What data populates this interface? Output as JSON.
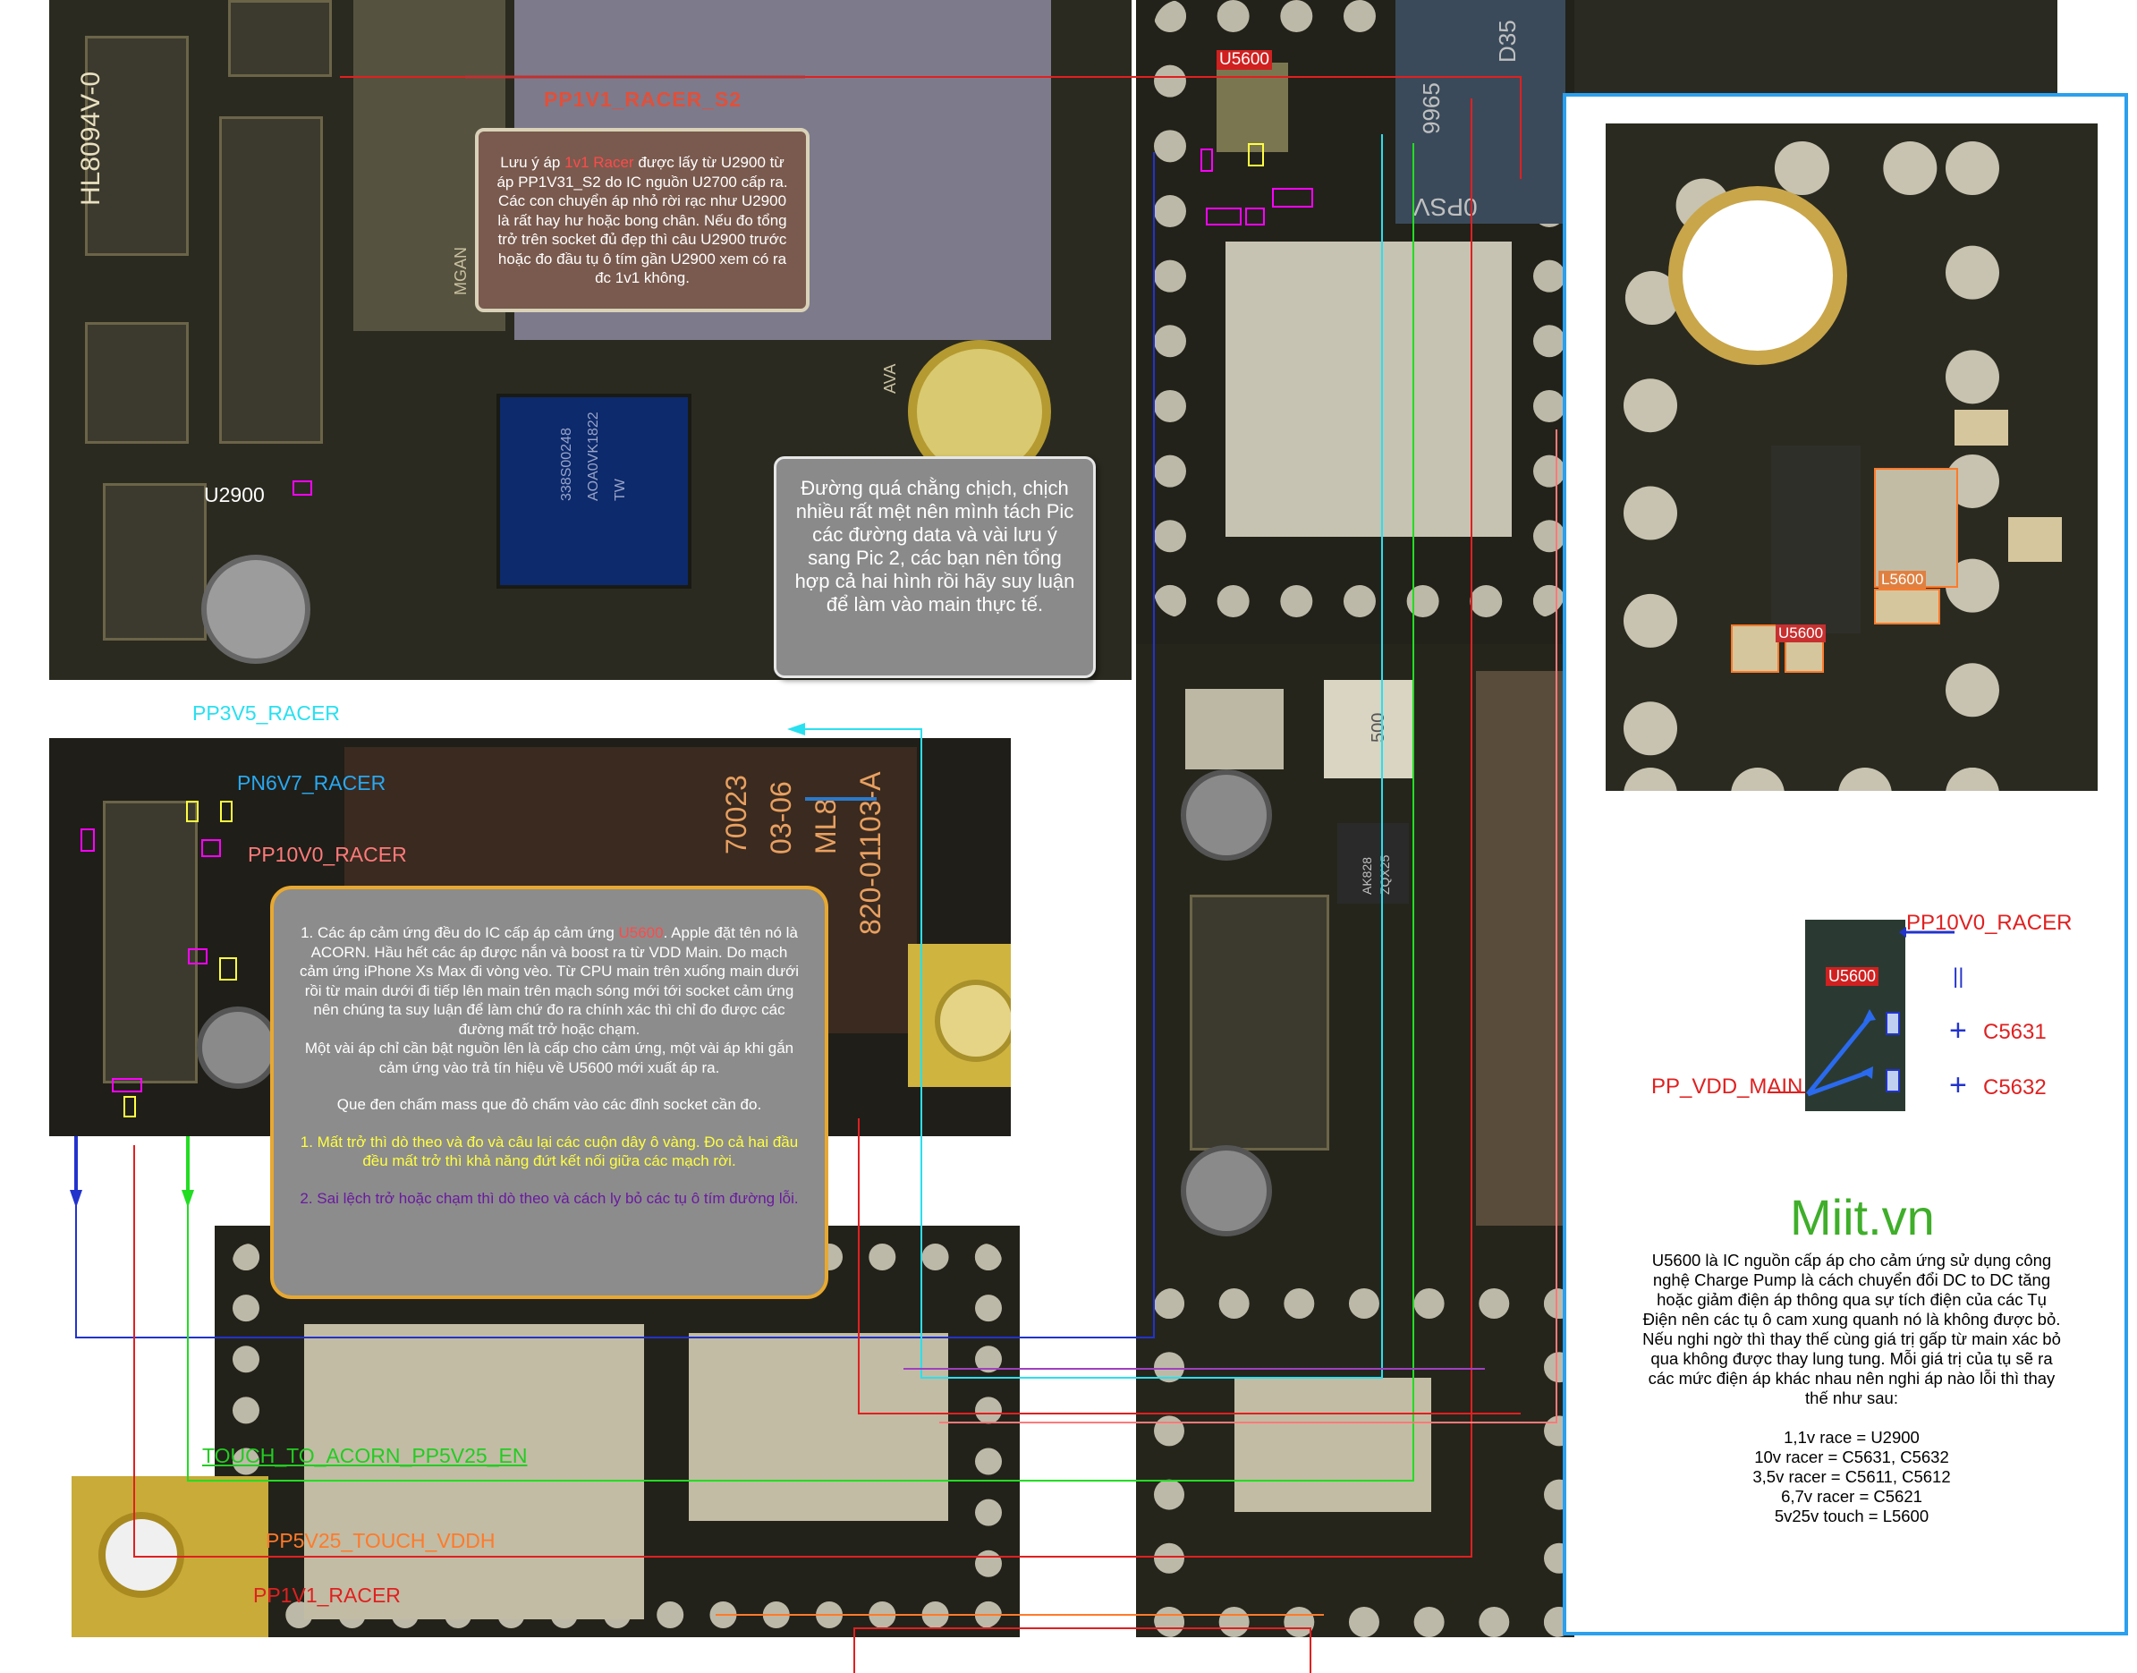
{
  "labels": {
    "pp1v1_racer_s2": "PP1V1_RACER_S2",
    "u2900": "U2900",
    "pp3v5_racer": "PP3V5_RACER",
    "pn6v7_racer": "PN6V7_RACER",
    "pp10v0_racer": "PP10V0_RACER",
    "touch_to_acorn": "TOUCH_TO_ACORN_PP5V25_EN",
    "pp5v25_touch_vddh": "PP5V25_TOUCH_VDDH",
    "pp1v1_racer": "PP1V1_RACER",
    "u5600_top": "U5600",
    "u5600_zoom": "U5600",
    "l5600_zoom": "L5600",
    "u5600_schem": "U5600",
    "pp10v0_racer_schem": "PP10V0_RACER",
    "pp_vdd_main": "PP_VDD_MAIN",
    "c5631": "C5631",
    "c5632": "C5632",
    "parallel_sym": "||",
    "plus1": "+",
    "plus2": "+"
  },
  "silkscreen": {
    "board_id": "HL8094V-0",
    "chip_code_1": "70023",
    "chip_code_2": "03-06",
    "chip_code_3": "ML8",
    "chip_code_4": "820-01103-A",
    "psv": "0PSV",
    "d35": "D35",
    "n9965": "9965",
    "chip_blue_1": "338S00248",
    "chip_blue_2": "AOA0VK1822",
    "chip_blue_3": "TW",
    "ava": "AVA",
    "mgan": "MGAN",
    "rf_500": "500",
    "ak": "AK828",
    "ak2": "ZQX25"
  },
  "note1": {
    "p1": "Lưu ý áp ",
    "h1": "1v1 Racer",
    "p2": " được lấy từ ",
    "h2": "U2900",
    "p3": " từ áp PP1V31_S2 do IC nguồn U2700 cấp ra. Các con chuyển áp nhỏ rời rạc như ",
    "h3": "U2900",
    "p4": " là rất hay hư hoặc bong chân. Nếu đo tổng trở trên socket đủ đẹp thì câu ",
    "h4": "U2900",
    "p5": " trước hoặc đo đầu tụ ô tím gần ",
    "h5": "U2900",
    "p6": " xem có ra đc 1v1 không."
  },
  "note2": {
    "text": "Đường quá chằng chịch, chịch nhiều rất mệt nên mình tách Pic các đường data và vài lưu ý sang Pic 2, các bạn nên tổng hợp cả hai hình rồi hãy suy luận để làm vào main thực tế."
  },
  "note3": {
    "p1": "1. Các áp cảm ứng đều do IC cấp áp cảm ứng ",
    "h1": "U5600",
    "p2": ". Apple đặt tên nó là ACORN. Hầu hết các áp được nắn và boost ra từ VDD Main. Do mạch cảm ứng iPhone Xs Max đi vòng vèo. Từ CPU main trên xuống main dưới rồi từ main dưới đi tiếp lên main trên mạch sóng mới tới socket cảm ứng nên chúng ta suy luận để làm chứ đo ra chính xác thì chỉ đo được các đường mất trở hoặc chạm.",
    "p3": "Một vài áp chỉ cần bật nguồn lên là cấp cho cảm ứng, một vài áp khi gắn cảm ứng vào trả tín hiệu về U5600 mới xuất áp ra.",
    "p4": "Que đen chấm mass que đỏ chấm vào các đỉnh socket cần đo.",
    "y1": "1. Mất trở thì dò theo và đo và câu lại các cuộn dây ô vàng. Đo cả hai đầu đều mất trở thì khả năng đứt kết nối giữa các mạch rời.",
    "v1": "2. Sai lệch trở hoặc chạm thì dò theo và cách ly bỏ các tụ ô tím đường lỗi."
  },
  "brand": "Miit.vn",
  "info": {
    "text": "U5600 là IC nguồn cấp áp cho cảm ứng sử dụng công nghệ Charge Pump là cách chuyển đổi DC to DC tăng hoặc giảm điện áp thông qua sự tích điện của các Tụ Điện nên các tụ ô cam xung quanh nó là không được bỏ. Nếu nghi ngờ thì thay thế cùng giá trị gấp từ main xác bỏ qua không được thay lung tung. Mỗi giá trị của tụ sẽ ra các mức điện áp khác nhau nên nghi áp nào lỗi thì thay thế như sau:",
    "list": [
      "1,1v race = U2900",
      "10v racer = C5631, C5632",
      "3,5v racer = C5611, C5612",
      "6,7v racer = C5621",
      "5v25v touch = L5600"
    ]
  },
  "colors": {
    "cyan": "#29e0f0",
    "blue": "#2233cc",
    "red": "#e02020",
    "green": "#22dd22",
    "magenta": "#ff00ff",
    "orange": "#ff7a2a",
    "yellow": "#ffff40",
    "purple": "#8030c0",
    "brand_green": "#3fae2a",
    "frame_blue": "#2aa0ee"
  }
}
